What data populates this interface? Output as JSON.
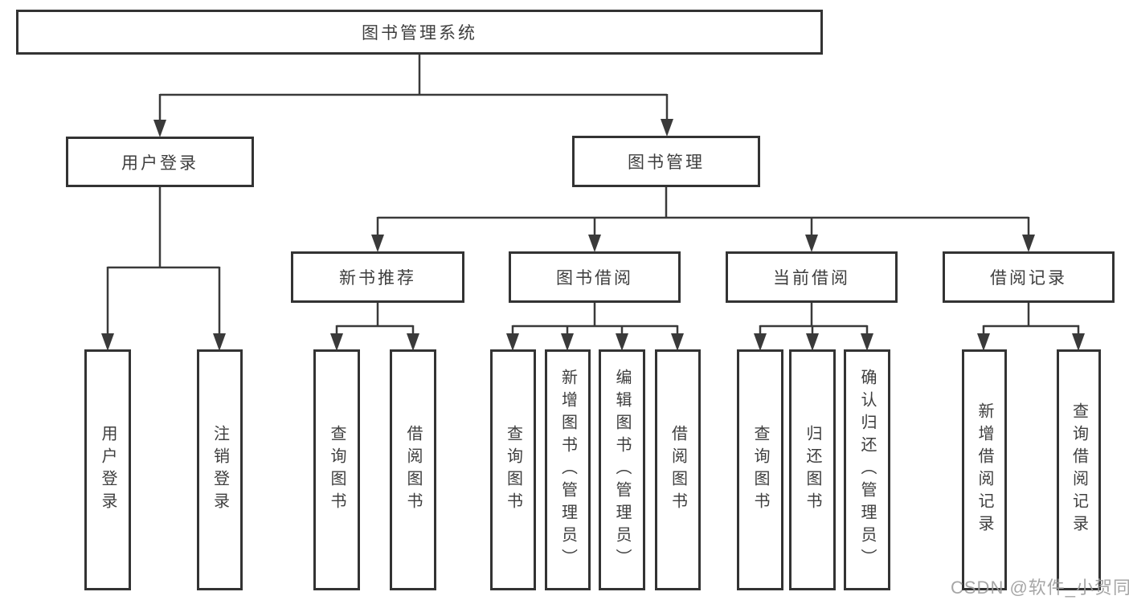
{
  "colors": {
    "background": "#ffffff",
    "box_border": "#333333",
    "line": "#3a3a3a",
    "text": "#3e3e3e",
    "watermark": "#9d9d9d"
  },
  "watermark": {
    "text": "CSDN @软件_小贺同学"
  },
  "tree": {
    "root": {
      "label": "图书管理系统",
      "children": [
        {
          "label": "用户登录",
          "children": [
            {
              "label": "用户登录"
            },
            {
              "label": "注销登录"
            }
          ]
        },
        {
          "label": "图书管理",
          "children": [
            {
              "label": "新书推荐",
              "children": [
                {
                  "label": "查询图书"
                },
                {
                  "label": "借阅图书"
                }
              ]
            },
            {
              "label": "图书借阅",
              "children": [
                {
                  "label": "查询图书"
                },
                {
                  "label": "新增图书（管理员）"
                },
                {
                  "label": "编辑图书（管理员）"
                },
                {
                  "label": "借阅图书"
                }
              ]
            },
            {
              "label": "当前借阅",
              "children": [
                {
                  "label": "查询图书"
                },
                {
                  "label": "归还图书"
                },
                {
                  "label": "确认归还（管理员）"
                }
              ]
            },
            {
              "label": "借阅记录",
              "children": [
                {
                  "label": "新增借阅记录"
                },
                {
                  "label": "查询借阅记录"
                }
              ]
            }
          ]
        }
      ]
    }
  }
}
